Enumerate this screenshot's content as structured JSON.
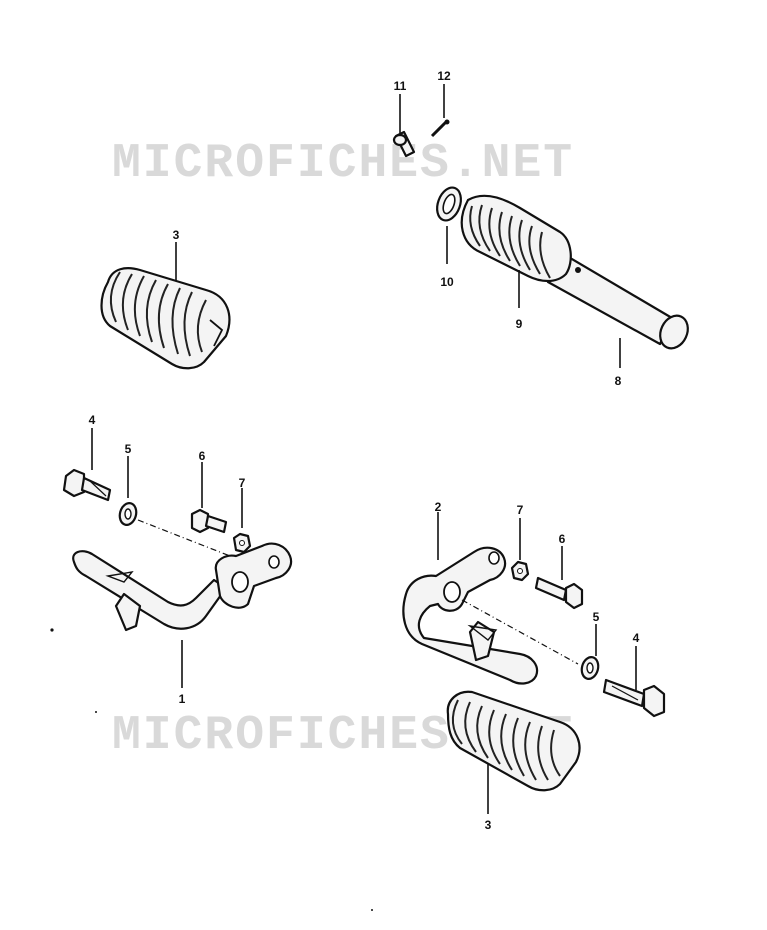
{
  "watermarks": [
    "MICROFICHES.NET",
    "MICROFICHES.NET"
  ],
  "callouts": {
    "c11": "11",
    "c12": "12",
    "c10": "10",
    "c9": "9",
    "c8": "8",
    "c3_top": "3",
    "c4_left": "4",
    "c5_left": "5",
    "c6_left": "6",
    "c7_left": "7",
    "c1": "1",
    "c2": "2",
    "c7_right": "7",
    "c6_right": "6",
    "c5_right": "5",
    "c4_right": "4",
    "c3_bottom": "3"
  }
}
